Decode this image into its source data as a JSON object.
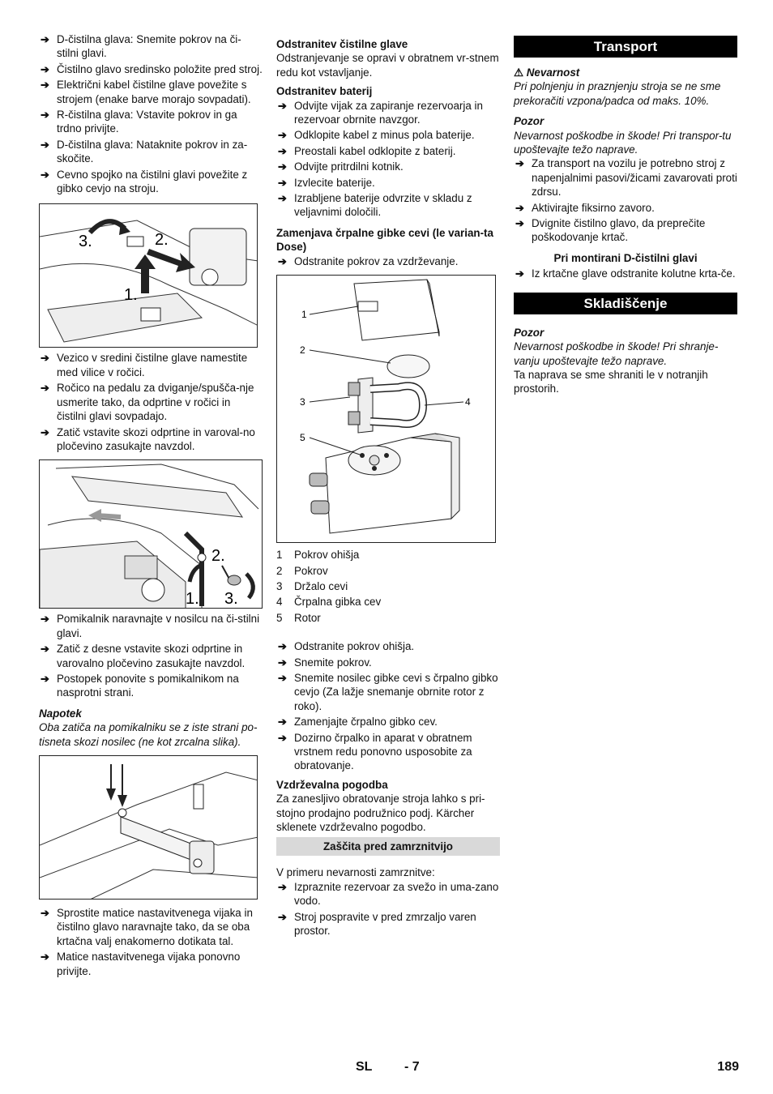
{
  "col1": {
    "steps_a": [
      "D-čistilna glava: Snemite pokrov na či-stilni glavi.",
      "Čistilno glavo sredinsko položite pred stroj.",
      "Električni kabel čistilne glave povežite s strojem (enake barve morajo sovpadati).",
      "R-čistilna glava: Vstavite pokrov in ga trdno privijte.",
      "D-čistilna glava: Nataknite pokrov in za-skočite.",
      "Cevno spojko na čistilni glavi povežite z gibko cevjo na stroju."
    ],
    "fig1_labels": [
      "1.",
      "2.",
      "3."
    ],
    "steps_b": [
      "Vezico v sredini čistilne glave namestite med vilice v ročici.",
      "Ročico na pedalu za dviganje/spušča-nje usmerite tako, da odprtine v ročici in čistilni glavi sovpadajo.",
      "Zatič vstavite skozi odprtine in varoval-no pločevino zasukajte navzdol."
    ],
    "fig2_labels": [
      "1.",
      "2.",
      "3."
    ],
    "steps_c": [
      "Pomikalnik naravnajte v nosilcu na či-stilni glavi.",
      "Zatič z desne vstavite skozi odprtine in varovalno pločevino zasukajte navzdol.",
      "Postopek ponovite s pomikalnikom na nasprotni strani."
    ],
    "note_title": "Napotek",
    "note_text": "Oba zatiča na pomikalniku se z iste strani po-tisneta skozi nosilec (ne kot zrcalna slika).",
    "steps_d": [
      "Sprostite matice nastavitvenega vijaka in čistilno glavo naravnajte tako, da se oba krtačna valj enakomerno dotikata tal.",
      "Matice nastavitvenega vijaka ponovno privijte."
    ]
  },
  "col2": {
    "h1": "Odstranitev čistilne glave",
    "p1": "Odstranjevanje se opravi v obratnem vr-stnem redu kot vstavljanje.",
    "h2": "Odstranitev baterij",
    "steps_a": [
      "Odvijte vijak za zapiranje rezervoarja in rezervoar obrnite navzgor.",
      "Odklopite kabel z minus pola baterije.",
      "Preostali kabel odklopite z baterij.",
      "Odvijte pritrdilni kotnik.",
      "Izvlecite baterije.",
      "Izrabljene baterije odvrzite v skladu z veljavnimi določili."
    ],
    "h3": "Zamenjava črpalne gibke cevi (le varian-ta Dose)",
    "steps_b": [
      "Odstranite pokrov za vzdrževanje."
    ],
    "fig_numbers": [
      "1",
      "2",
      "3",
      "4",
      "5"
    ],
    "legend": [
      {
        "n": "1",
        "t": "Pokrov ohišja"
      },
      {
        "n": "2",
        "t": "Pokrov"
      },
      {
        "n": "3",
        "t": "Držalo cevi"
      },
      {
        "n": "4",
        "t": "Črpalna gibka cev"
      },
      {
        "n": "5",
        "t": "Rotor"
      }
    ],
    "steps_c": [
      "Odstranite pokrov ohišja.",
      "Snemite pokrov.",
      "Snemite nosilec gibke cevi s črpalno gibko cevjo (Za lažje snemanje obrnite rotor z roko).",
      "Zamenjajte črpalno gibko cev.",
      "Dozirno črpalko in aparat v obratnem vrstnem redu ponovno usposobite za obratovanje."
    ],
    "h4": "Vzdrževalna pogodba",
    "p4": "Za zanesljivo obratovanje stroja lahko s pri-stojno prodajno podružnico podj. Kärcher sklenete vzdrževalno pogodbo.",
    "bar": "Zaščita pred zamrznitvijo",
    "p5": "V primeru nevarnosti zamrznitve:",
    "steps_d": [
      "Izpraznite rezervoar za svežo in uma-zano vodo.",
      "Stroj pospravite v pred zmrzaljo varen prostor."
    ]
  },
  "col3": {
    "bar1": "Transport",
    "danger_title": "Nevarnost",
    "danger_text": "Pri polnjenju in praznjenju stroja se ne sme prekoračiti vzpona/padca od maks. 10%.",
    "caution_title": "Pozor",
    "caution_text": "Nevarnost poškodbe in škode! Pri transpor-tu upoštevajte težo naprave.",
    "steps_a": [
      "Za transport na vozilu je potrebno stroj z napenjalnimi pasovi/žicami zavarovati proti zdrsu.",
      "Aktivirajte fiksirno zavoro.",
      "Dvignite čistilno glavo, da preprečite poškodovanje krtač."
    ],
    "sub": "Pri montirani D-čistilni glavi",
    "steps_b": [
      "Iz krtačne glave odstranite kolutne krta-če."
    ],
    "bar2": "Skladiščenje",
    "caution2_title": "Pozor",
    "caution2_text": "Nevarnost poškodbe in škode! Pri shranje-vanju upoštevajte težo naprave.",
    "p": "Ta naprava se sme shraniti le v notranjih prostorih."
  },
  "footer": {
    "lang": "SL",
    "page_local": "- 7",
    "page": "189"
  }
}
